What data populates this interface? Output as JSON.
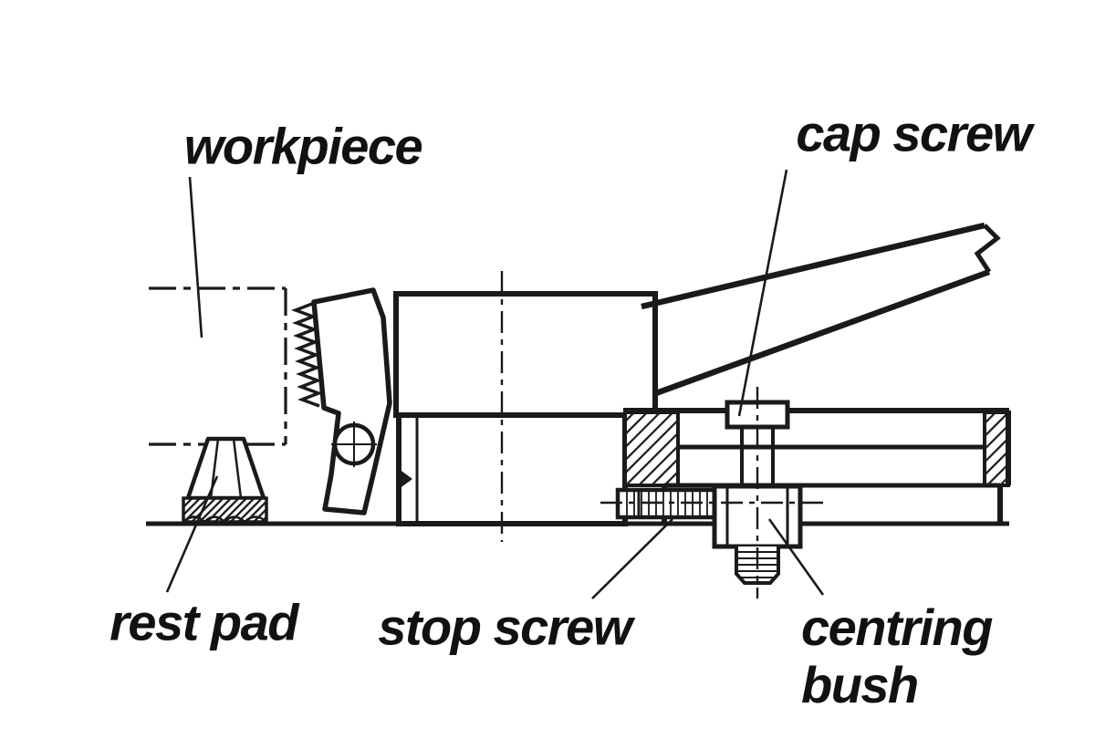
{
  "diagram": {
    "type": "technical-drawing",
    "subject": "toggle clamp cross-section",
    "background_color": "#ffffff",
    "line_color": "#1a1a1a",
    "labels": {
      "workpiece": "workpiece",
      "cap_screw": "cap screw",
      "rest_pad": "rest pad",
      "stop_screw": "stop screw",
      "centring_bush_line1": "centring",
      "centring_bush_line2": "bush"
    }
  }
}
